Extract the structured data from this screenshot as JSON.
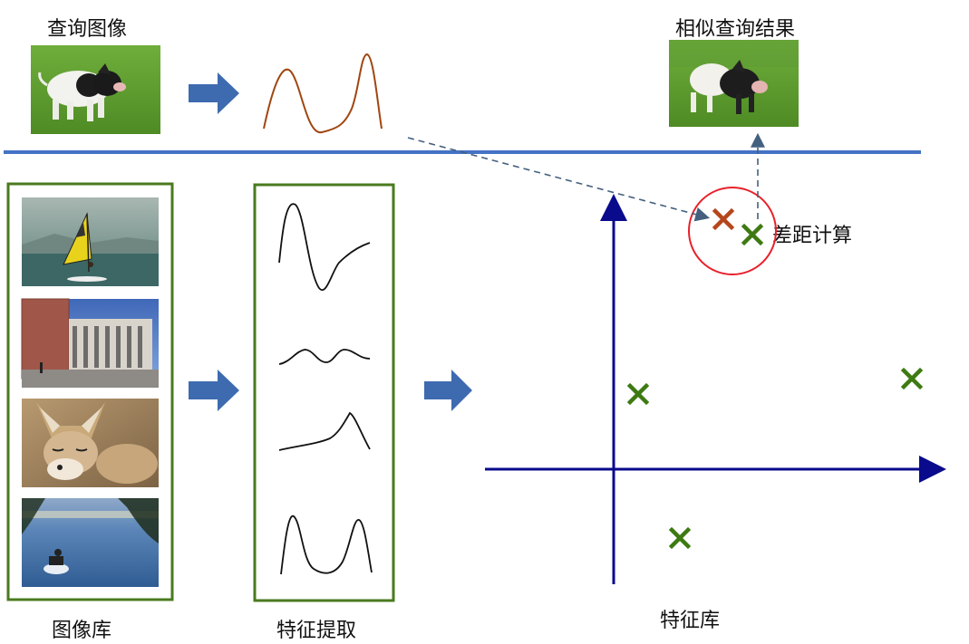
{
  "labels": {
    "query_image": "查询图像",
    "similar_results": "相似查询结果",
    "distance_calc": "差距计算",
    "image_library": "图像库",
    "feature_extraction": "特征提取",
    "feature_library": "特征库"
  },
  "colors": {
    "divider": "#4472C4",
    "arrow_block": "#3E6BB0",
    "axes": "#0A0A8C",
    "frame_green": "#4A7A1E",
    "marker_green": "#3D7A12",
    "marker_query": "#B5461B",
    "query_curve": "#A0460F",
    "circle": "#E8202A",
    "dashed": "#44607F"
  },
  "images": {
    "query_thumb": "piglet on grass",
    "result_thumb": "piglet walking on grass",
    "library": [
      "windsurfer on sea",
      "building with columns",
      "fox lying down",
      "jet ski on lake"
    ]
  }
}
